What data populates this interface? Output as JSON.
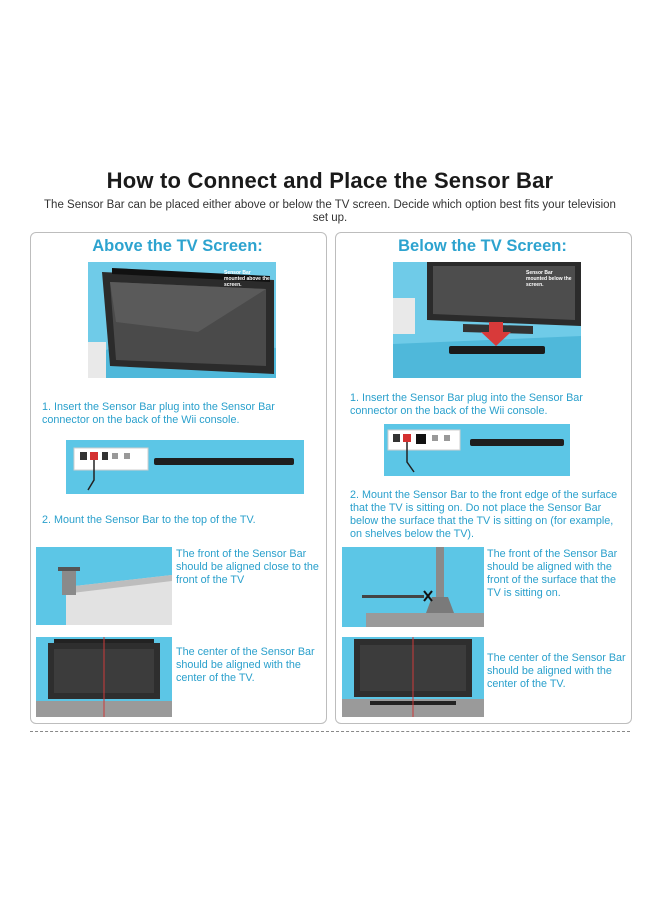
{
  "title": "How to Connect and Place the Sensor Bar",
  "subtitle": "The Sensor Bar can be placed either above or below the TV screen. Decide which option best fits your television set up.",
  "left": {
    "heading": "Above the TV Screen:",
    "photo_label": "Sensor Bar mounted above the screen.",
    "step1": "1. Insert the Sensor Bar plug into the Sensor Bar connector on the back of the Wii console.",
    "step2": "2. Mount the Sensor Bar to the top of the TV.",
    "note1": "The front of the Sensor Bar should be aligned close to the front of the TV",
    "note2": "The center of the Sensor Bar should be aligned with the center of the TV."
  },
  "right": {
    "heading": "Below the TV Screen:",
    "photo_label": "Sensor Bar mounted below the screen.",
    "step1": "1. Insert the Sensor Bar plug into the Sensor Bar connector on the back of the Wii console.",
    "step2": "2. Mount the Sensor Bar to the front edge of the surface that the TV is sitting on. Do not place the Sensor Bar below the surface that the TV is sitting on (for example, on shelves below the TV).",
    "note1": "The front of the Sensor Bar should be aligned with the front of the surface that the TV is sitting on.",
    "note2": "The center of the Sensor Bar should be aligned with the center of the TV."
  },
  "colors": {
    "accent": "#2da3cf",
    "panel_blue": "#5cc6e6",
    "title": "#1a1a1a"
  }
}
